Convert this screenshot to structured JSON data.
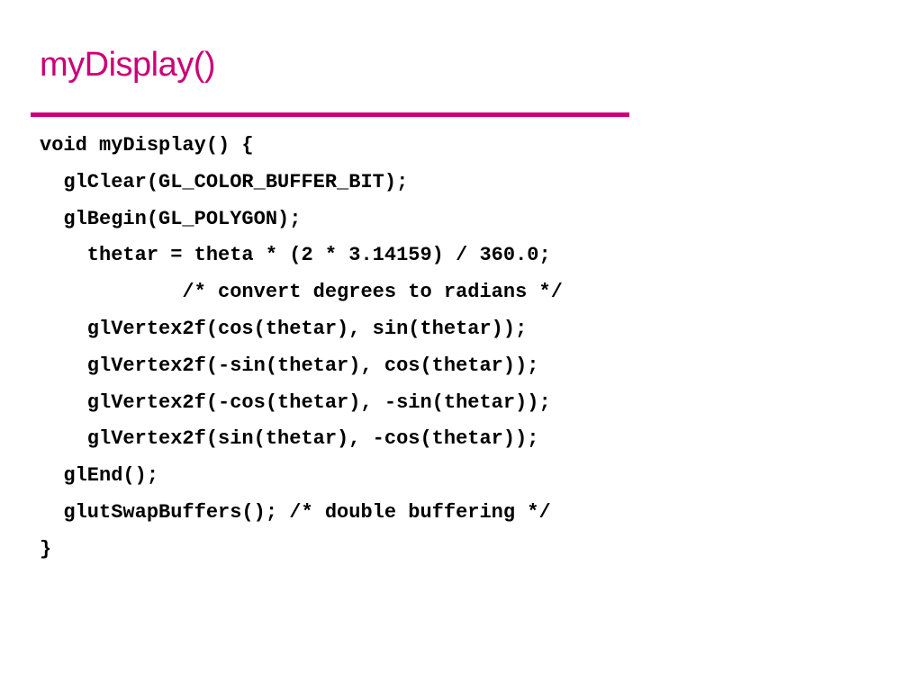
{
  "slide": {
    "title": "myDisplay()",
    "accent_color": "#cc0077",
    "code_lines": [
      "void myDisplay() {",
      "  glClear(GL_COLOR_BUFFER_BIT);",
      "  glBegin(GL_POLYGON);",
      "    thetar = theta * (2 * 3.14159) / 360.0;",
      "            /* convert degrees to radians */",
      "    glVertex2f(cos(thetar), sin(thetar));",
      "    glVertex2f(-sin(thetar), cos(thetar));",
      "    glVertex2f(-cos(thetar), -sin(thetar));",
      "    glVertex2f(sin(thetar), -cos(thetar));",
      "  glEnd();",
      "  glutSwapBuffers(); /* double buffering */",
      "}"
    ]
  }
}
